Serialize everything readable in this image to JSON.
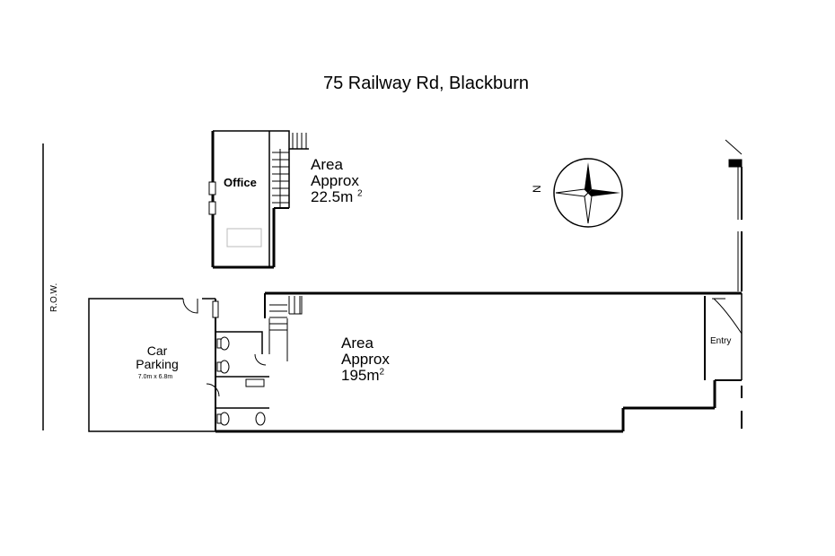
{
  "title": "75 Railway Rd, Blackburn",
  "labels": {
    "office": "Office",
    "upper_area": {
      "line1": "Area",
      "line2": "Approx",
      "line3": "22.5m",
      "unit_sup": "2"
    },
    "main_area": {
      "line1": "Area",
      "line2": "Approx",
      "line3": "195m",
      "unit_sup": "2"
    },
    "car_parking": {
      "line1": "Car",
      "line2": "Parking",
      "dimensions": "7.0m x 6.8m"
    },
    "entry": "Entry",
    "right_of_way": "R.O.W.",
    "north": "N"
  },
  "colors": {
    "line": "#000000",
    "background": "#ffffff"
  },
  "icons": [
    "compass-rose-icon",
    "staircase-icon",
    "toilet-icon",
    "door-swing-icon"
  ]
}
